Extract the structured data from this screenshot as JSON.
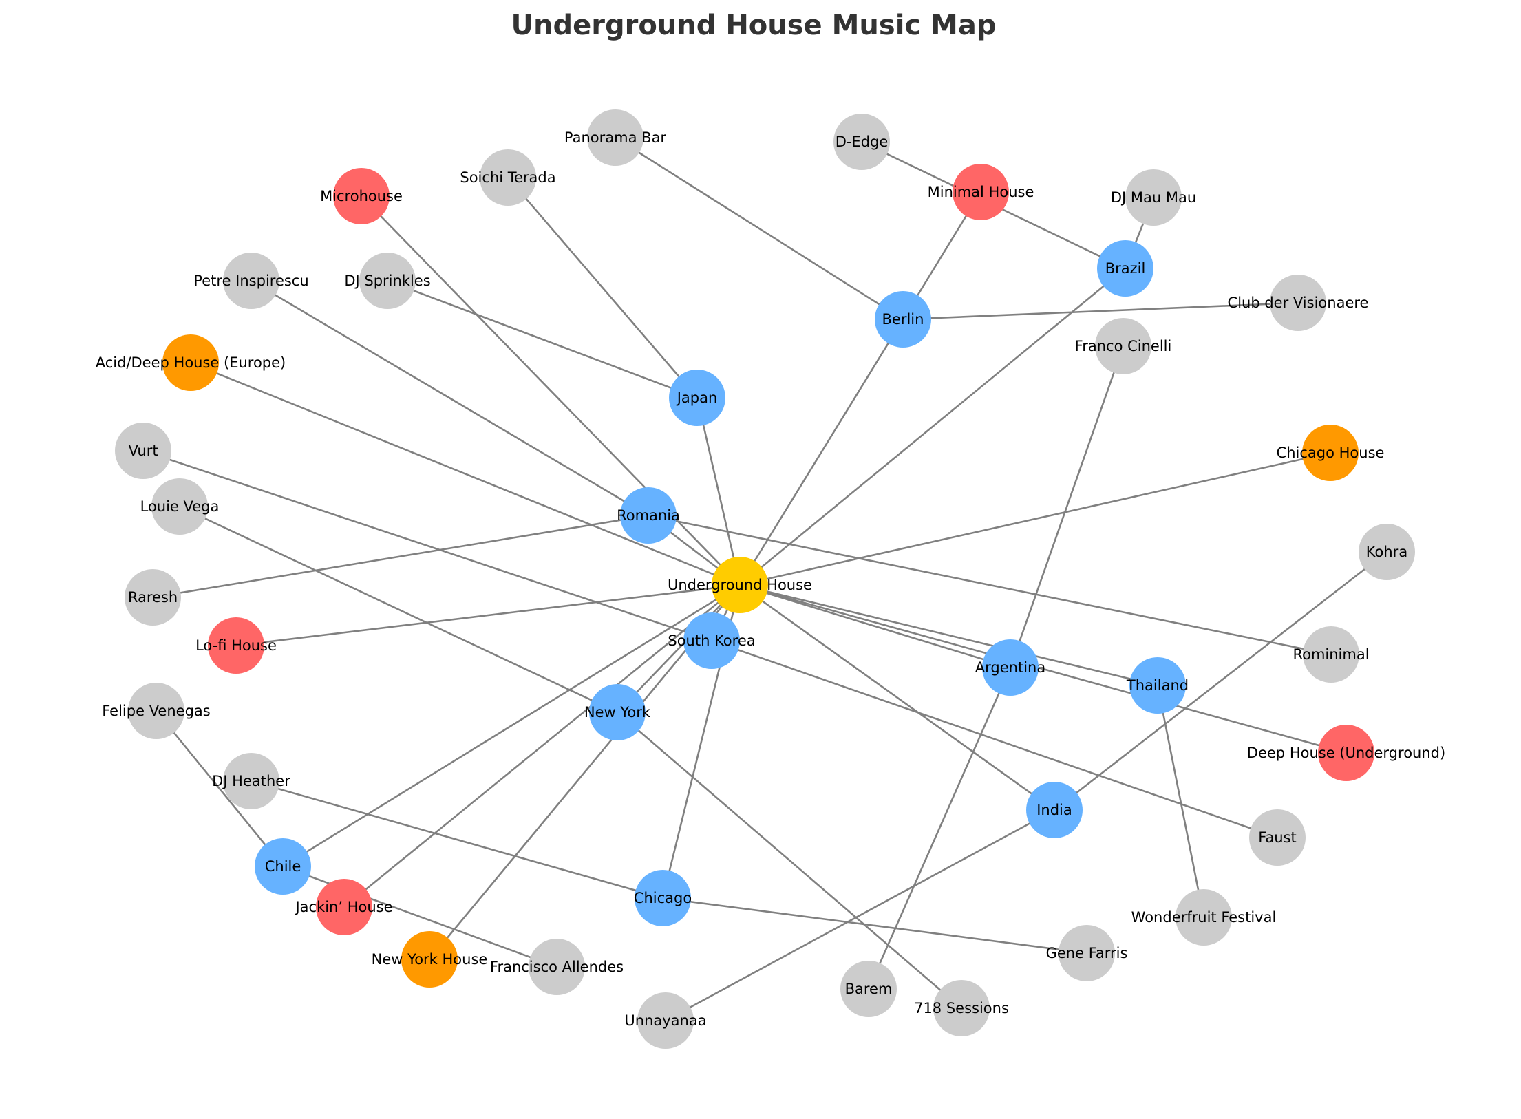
{
  "title": "Underground House Music Map",
  "colors": {
    "center": "#FFCC00",
    "location": "#66B2FF",
    "subgenre": "#FF6666",
    "style": "#FF9900",
    "entity": "#CCCCCC",
    "edge": "#808080"
  },
  "nodes": [
    {
      "id": "Underground House",
      "group": "center"
    },
    {
      "id": "Berlin",
      "group": "location"
    },
    {
      "id": "Brazil",
      "group": "location"
    },
    {
      "id": "Japan",
      "group": "location"
    },
    {
      "id": "Romania",
      "group": "location"
    },
    {
      "id": "South Korea",
      "group": "location"
    },
    {
      "id": "New York",
      "group": "location"
    },
    {
      "id": "Argentina",
      "group": "location"
    },
    {
      "id": "Thailand",
      "group": "location"
    },
    {
      "id": "India",
      "group": "location"
    },
    {
      "id": "Chile",
      "group": "location"
    },
    {
      "id": "Chicago",
      "group": "location"
    },
    {
      "id": "Microhouse",
      "group": "subgenre"
    },
    {
      "id": "Minimal House",
      "group": "subgenre"
    },
    {
      "id": "Lo-fi House",
      "group": "subgenre"
    },
    {
      "id": "Deep House (Underground)",
      "group": "subgenre"
    },
    {
      "id": "Jackin’ House",
      "group": "subgenre"
    },
    {
      "id": "Acid/Deep House (Europe)",
      "group": "style"
    },
    {
      "id": "Chicago House",
      "group": "style"
    },
    {
      "id": "New York House",
      "group": "style"
    },
    {
      "id": "Panorama Bar",
      "group": "entity"
    },
    {
      "id": "D-Edge",
      "group": "entity"
    },
    {
      "id": "Soichi Terada",
      "group": "entity"
    },
    {
      "id": "DJ Mau Mau",
      "group": "entity"
    },
    {
      "id": "Petre Inspirescu",
      "group": "entity"
    },
    {
      "id": "DJ Sprinkles",
      "group": "entity"
    },
    {
      "id": "Club der Visionaere",
      "group": "entity"
    },
    {
      "id": "Franco Cinelli",
      "group": "entity"
    },
    {
      "id": "Vurt",
      "group": "entity"
    },
    {
      "id": "Louie Vega",
      "group": "entity"
    },
    {
      "id": "Kohra",
      "group": "entity"
    },
    {
      "id": "Raresh",
      "group": "entity"
    },
    {
      "id": "Rominimal",
      "group": "entity"
    },
    {
      "id": "Felipe Venegas",
      "group": "entity"
    },
    {
      "id": "DJ Heather",
      "group": "entity"
    },
    {
      "id": "Faust",
      "group": "entity"
    },
    {
      "id": "Wonderfruit Festival",
      "group": "entity"
    },
    {
      "id": "Gene Farris",
      "group": "entity"
    },
    {
      "id": "Francisco Allendes",
      "group": "entity"
    },
    {
      "id": "Barem",
      "group": "entity"
    },
    {
      "id": "718 Sessions",
      "group": "entity"
    },
    {
      "id": "Unnayanaa",
      "group": "entity"
    }
  ],
  "edges": [
    [
      "Underground House",
      "Berlin"
    ],
    [
      "Underground House",
      "Brazil"
    ],
    [
      "Underground House",
      "Japan"
    ],
    [
      "Underground House",
      "Romania"
    ],
    [
      "Underground House",
      "South Korea"
    ],
    [
      "Underground House",
      "New York"
    ],
    [
      "Underground House",
      "Argentina"
    ],
    [
      "Underground House",
      "Thailand"
    ],
    [
      "Underground House",
      "India"
    ],
    [
      "Underground House",
      "Chile"
    ],
    [
      "Underground House",
      "Chicago"
    ],
    [
      "Underground House",
      "Microhouse"
    ],
    [
      "Underground House",
      "Acid/Deep House (Europe)"
    ],
    [
      "Underground House",
      "Chicago House"
    ],
    [
      "Underground House",
      "Lo-fi House"
    ],
    [
      "Underground House",
      "Deep House (Underground)"
    ],
    [
      "Underground House",
      "Jackin’ House"
    ],
    [
      "Underground House",
      "New York House"
    ],
    [
      "Berlin",
      "Panorama Bar"
    ],
    [
      "Berlin",
      "Minimal House"
    ],
    [
      "Berlin",
      "Club der Visionaere"
    ],
    [
      "Brazil",
      "D-Edge"
    ],
    [
      "Brazil",
      "DJ Mau Mau"
    ],
    [
      "Japan",
      "Soichi Terada"
    ],
    [
      "Japan",
      "DJ Sprinkles"
    ],
    [
      "Romania",
      "Petre Inspirescu"
    ],
    [
      "Romania",
      "Raresh"
    ],
    [
      "Romania",
      "Rominimal"
    ],
    [
      "South Korea",
      "Vurt"
    ],
    [
      "South Korea",
      "Faust"
    ],
    [
      "New York",
      "Louie Vega"
    ],
    [
      "New York",
      "718 Sessions"
    ],
    [
      "Argentina",
      "Franco Cinelli"
    ],
    [
      "Argentina",
      "Barem"
    ],
    [
      "Thailand",
      "Wonderfruit Festival"
    ],
    [
      "India",
      "Kohra"
    ],
    [
      "India",
      "Unnayanaa"
    ],
    [
      "Chile",
      "Felipe Venegas"
    ],
    [
      "Chile",
      "Francisco Allendes"
    ],
    [
      "Chicago",
      "DJ Heather"
    ],
    [
      "Chicago",
      "Gene Farris"
    ]
  ]
}
